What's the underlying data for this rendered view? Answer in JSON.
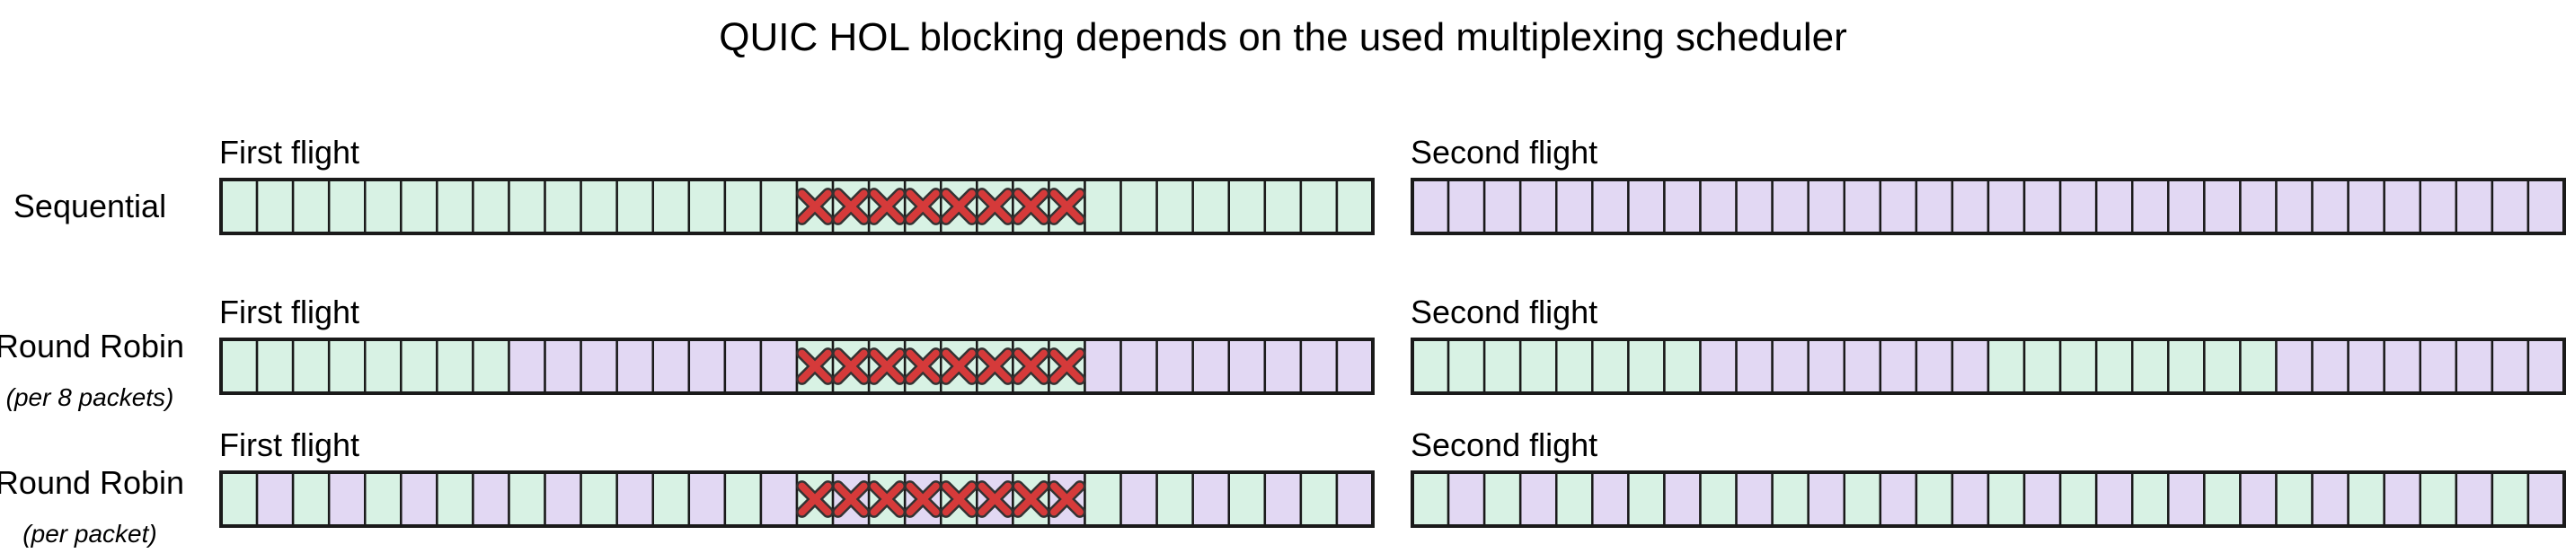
{
  "title": "QUIC HOL blocking depends on the used multiplexing scheduler",
  "colors": {
    "green": "#d8f2e4",
    "purple": "#e2d8f3",
    "border": "#1a1a1a",
    "cross": "#d53a3a",
    "cross_outline": "#333333"
  },
  "rows": [
    {
      "label": "Sequential",
      "sublabel": "",
      "flights": [
        {
          "label": "First flight",
          "cells": "gggggggggggggggggggggggggggggggg",
          "lost": [
            16,
            17,
            18,
            19,
            20,
            21,
            22,
            23
          ]
        },
        {
          "label": "Second flight",
          "cells": "pppppppppppppppppppppppppppppppp",
          "lost": []
        }
      ]
    },
    {
      "label": "Round Robin",
      "sublabel": "(per 8 packets)",
      "flights": [
        {
          "label": "First flight",
          "cells": "ggggggggppppppppggggggggpppppppp",
          "lost": [
            16,
            17,
            18,
            19,
            20,
            21,
            22,
            23
          ]
        },
        {
          "label": "Second flight",
          "cells": "ggggggggppppppppggggggggpppppppp",
          "lost": []
        }
      ]
    },
    {
      "label": "Round Robin",
      "sublabel": "(per packet)",
      "flights": [
        {
          "label": "First flight",
          "cells": "gpgpgpgpgpgpgpgpgpgpgpgpgpgpgpgp",
          "lost": [
            16,
            17,
            18,
            19,
            20,
            21,
            22,
            23
          ]
        },
        {
          "label": "Second flight",
          "cells": "gpgpgpgpgpgpgpgpgpgpgpgpgpgpgpgp",
          "lost": []
        }
      ]
    }
  ]
}
